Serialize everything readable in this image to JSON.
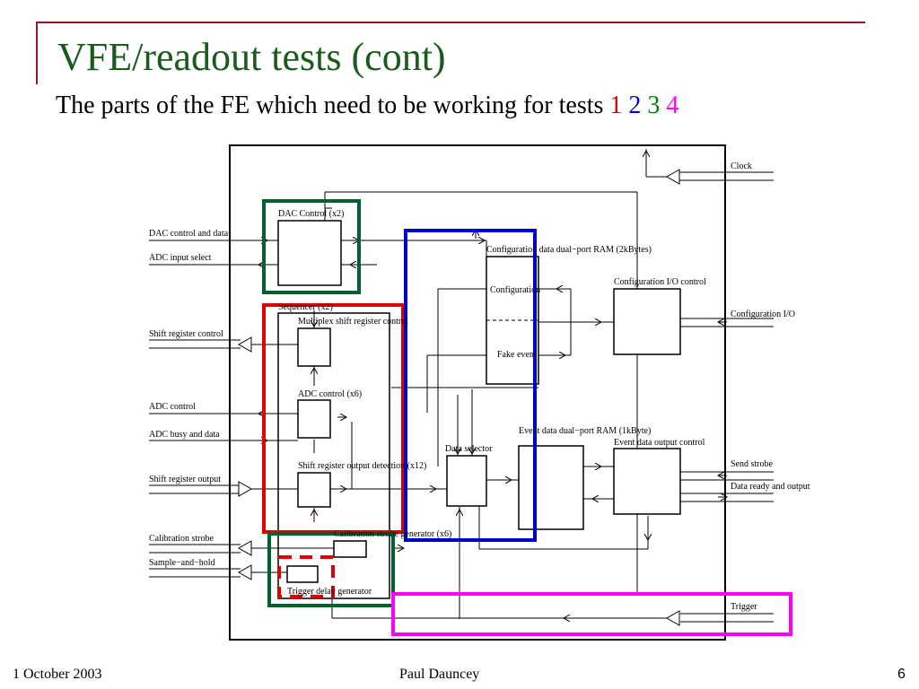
{
  "slide": {
    "title": "VFE/readout tests (cont)",
    "subtitle_text": "The parts of the FE which need to be working for tests",
    "test_numbers": [
      {
        "label": "1",
        "color": "#e00000"
      },
      {
        "label": "2",
        "color": "#0000cc"
      },
      {
        "label": "3",
        "color": "#008000"
      },
      {
        "label": "4",
        "color": "#ff00ff"
      }
    ],
    "accent_color": "#8b1a2b",
    "title_color": "#1a5a1a"
  },
  "diagram": {
    "left_signals": {
      "dac": "DAC control and data",
      "adc_input": "ADC input select",
      "shift_ctrl": "Shift register control",
      "adc_ctrl": "ADC control",
      "adc_busy": "ADC busy and data",
      "shift_out": "Shift register output",
      "cal_strobe": "Calibration strobe",
      "sample_hold": "Sample−and−hold"
    },
    "right_signals": {
      "clock": "Clock",
      "config_io": "Configuration I/O",
      "send_strobe": "Send strobe",
      "data_ready": "Data ready and output",
      "trigger": "Trigger"
    },
    "blocks": {
      "dac_control": "DAC Control (x2)",
      "sequencer": "Sequencer (x2)",
      "mux_shift": "Multiplex shift register control",
      "adc_control": "ADC control (x6)",
      "shift_detect": "Shift register output detection (x12)",
      "cal_gen": "Calibration strobe generator (x6)",
      "trigger_delay": "Trigger delay generator",
      "config_ram": "Configuration data dual−port RAM (2kBytes)",
      "configuration": "Configuration",
      "fake_event": "Fake event",
      "config_io_ctrl": "Configuration I/O control",
      "data_selector": "Data selector",
      "event_ram": "Event data dual−port RAM (1kByte)",
      "event_out_ctrl": "Event data output control"
    },
    "highlight_colors": {
      "test1": "#e00000",
      "test2": "#0000cc",
      "test3": "#006030",
      "test4": "#ff00ff"
    }
  },
  "footer": {
    "date": "1 October 2003",
    "author": "Paul Dauncey",
    "page": "6"
  }
}
